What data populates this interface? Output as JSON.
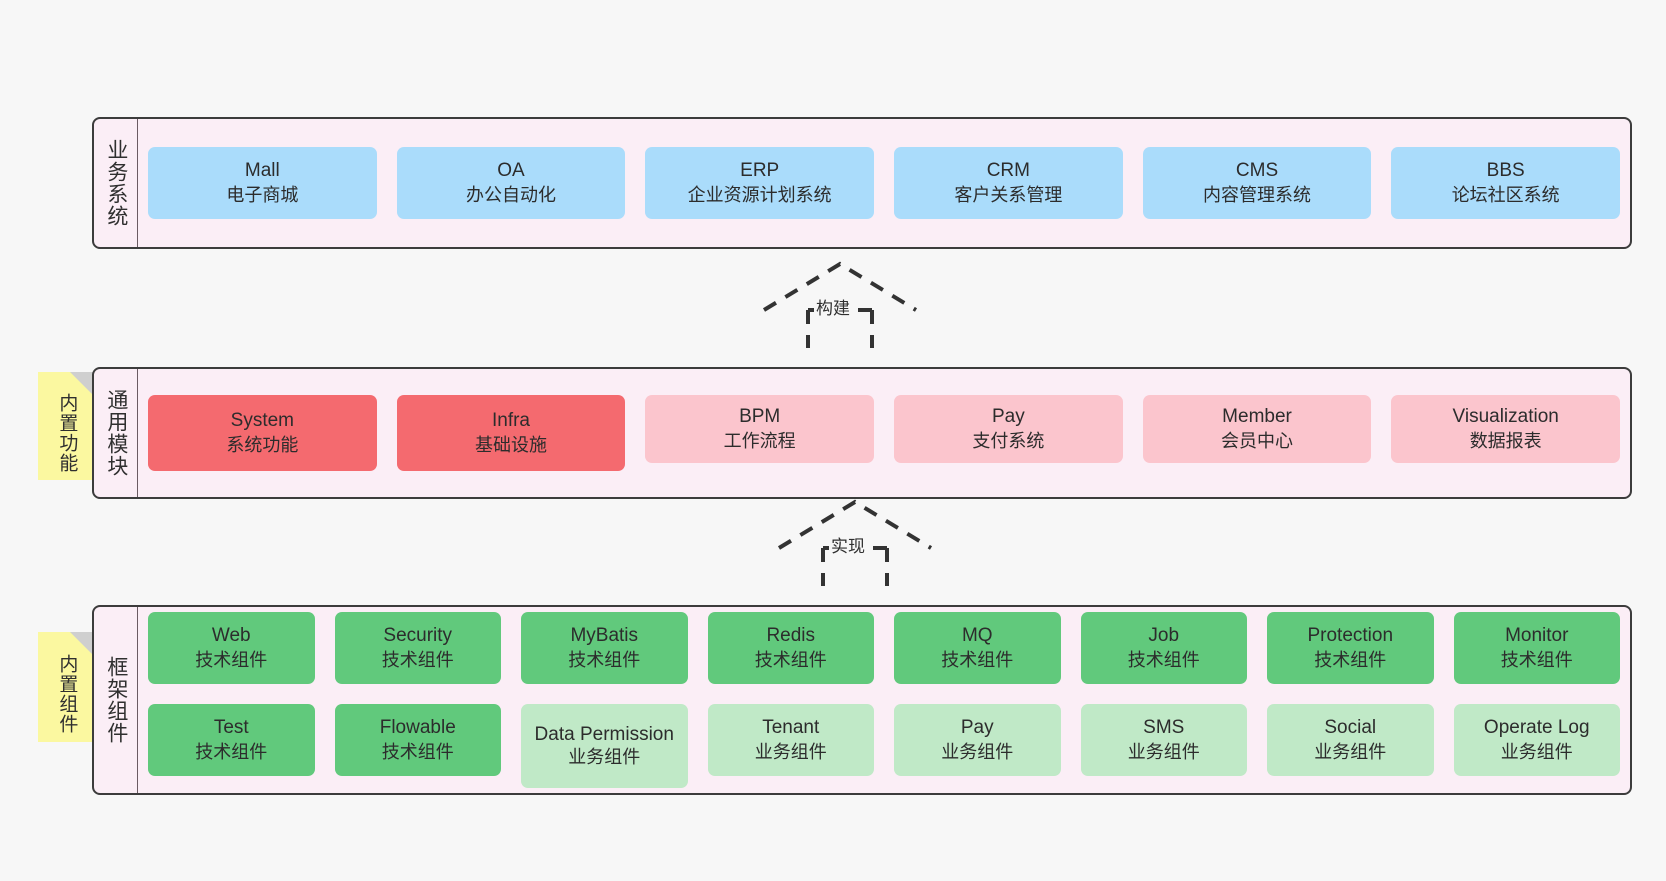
{
  "diagram": {
    "background_color": "#f7f7f7",
    "band_fill": "#fbeef6",
    "band_border": "#3c3c3c",
    "tag_fill": "#fbf8a0",
    "colors": {
      "business": "#aadcfb",
      "core_module_strong": "#f46a6f",
      "core_module_soft": "#fbc5cd",
      "tech_component": "#61c97c",
      "biz_component": "#c0e9c7"
    }
  },
  "layers": [
    {
      "id": "business-system",
      "title": "业务系统",
      "tag": null,
      "rows": [
        {
          "cards": [
            {
              "name": "Mall",
              "sub": "电子商城",
              "style": "c-blue"
            },
            {
              "name": "OA",
              "sub": "办公自动化",
              "style": "c-blue"
            },
            {
              "name": "ERP",
              "sub": "企业资源计划系统",
              "style": "c-blue"
            },
            {
              "name": "CRM",
              "sub": "客户关系管理",
              "style": "c-blue"
            },
            {
              "name": "CMS",
              "sub": "内容管理系统",
              "style": "c-blue"
            },
            {
              "name": "BBS",
              "sub": "论坛社区系统",
              "style": "c-blue"
            }
          ]
        }
      ]
    },
    {
      "id": "common-module",
      "title": "通用模块",
      "tag": "内置功能",
      "rows": [
        {
          "cards": [
            {
              "name": "System",
              "sub": "系统功能",
              "style": "c-red"
            },
            {
              "name": "Infra",
              "sub": "基础设施",
              "style": "c-red"
            },
            {
              "name": "BPM",
              "sub": "工作流程",
              "style": "c-pink"
            },
            {
              "name": "Pay",
              "sub": "支付系统",
              "style": "c-pink"
            },
            {
              "name": "Member",
              "sub": "会员中心",
              "style": "c-pink"
            },
            {
              "name": "Visualization",
              "sub": "数据报表",
              "style": "c-pink"
            }
          ]
        }
      ]
    },
    {
      "id": "framework-component",
      "title": "框架组件",
      "tag": "内置组件",
      "rows": [
        {
          "cards": [
            {
              "name": "Web",
              "sub": "技术组件",
              "style": "c-green"
            },
            {
              "name": "Security",
              "sub": "技术组件",
              "style": "c-green"
            },
            {
              "name": "MyBatis",
              "sub": "技术组件",
              "style": "c-green"
            },
            {
              "name": "Redis",
              "sub": "技术组件",
              "style": "c-green"
            },
            {
              "name": "MQ",
              "sub": "技术组件",
              "style": "c-green"
            },
            {
              "name": "Job",
              "sub": "技术组件",
              "style": "c-green"
            },
            {
              "name": "Protection",
              "sub": "技术组件",
              "style": "c-green"
            },
            {
              "name": "Monitor",
              "sub": "技术组件",
              "style": "c-green"
            }
          ]
        },
        {
          "cards": [
            {
              "name": "Test",
              "sub": "技术组件",
              "style": "c-green"
            },
            {
              "name": "Flowable",
              "sub": "技术组件",
              "style": "c-green"
            },
            {
              "name": "Data Permission",
              "sub": "业务组件",
              "style": "c-lightgreen"
            },
            {
              "name": "Tenant",
              "sub": "业务组件",
              "style": "c-lightgreen"
            },
            {
              "name": "Pay",
              "sub": "业务组件",
              "style": "c-lightgreen"
            },
            {
              "name": "SMS",
              "sub": "业务组件",
              "style": "c-lightgreen"
            },
            {
              "name": "Social",
              "sub": "业务组件",
              "style": "c-lightgreen"
            },
            {
              "name": "Operate Log",
              "sub": "业务组件",
              "style": "c-lightgreen"
            }
          ]
        }
      ]
    }
  ],
  "connectors": [
    {
      "id": "build",
      "label": "构建"
    },
    {
      "id": "implement",
      "label": "实现"
    }
  ]
}
